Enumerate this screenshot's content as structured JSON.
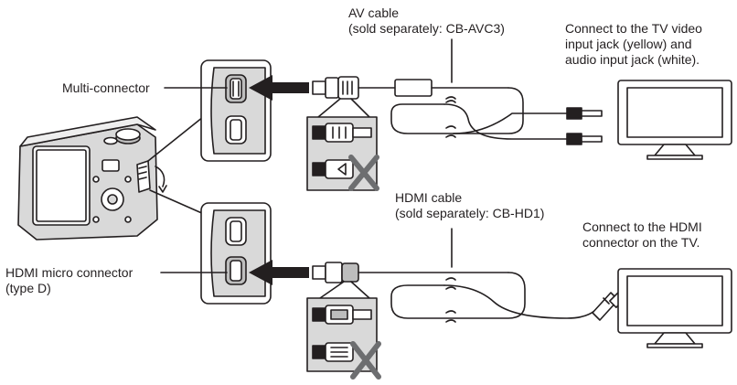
{
  "labels": {
    "av_cable": [
      "AV cable",
      "(sold separately: CB-AVC3)"
    ],
    "tv_av": [
      "Connect to the TV video",
      "input jack (yellow) and",
      "audio input jack (white)."
    ],
    "multi_connector": "Multi-connector",
    "hdmi_cable": [
      "HDMI cable",
      "(sold separately: CB-HD1)"
    ],
    "tv_hdmi": [
      "Connect to the HDMI",
      "connector on the TV."
    ],
    "hdmi_micro": [
      "HDMI micro connector",
      "(type D)"
    ]
  },
  "colors": {
    "line": "#231f20",
    "gray_fill": "#d9d9d9",
    "mid_gray": "#bdbdbd",
    "dark": "#231f20"
  },
  "icons": [
    "camera-icon",
    "tv-icon",
    "arrow-icon",
    "wrong-mark-icon",
    "plug-icon"
  ]
}
